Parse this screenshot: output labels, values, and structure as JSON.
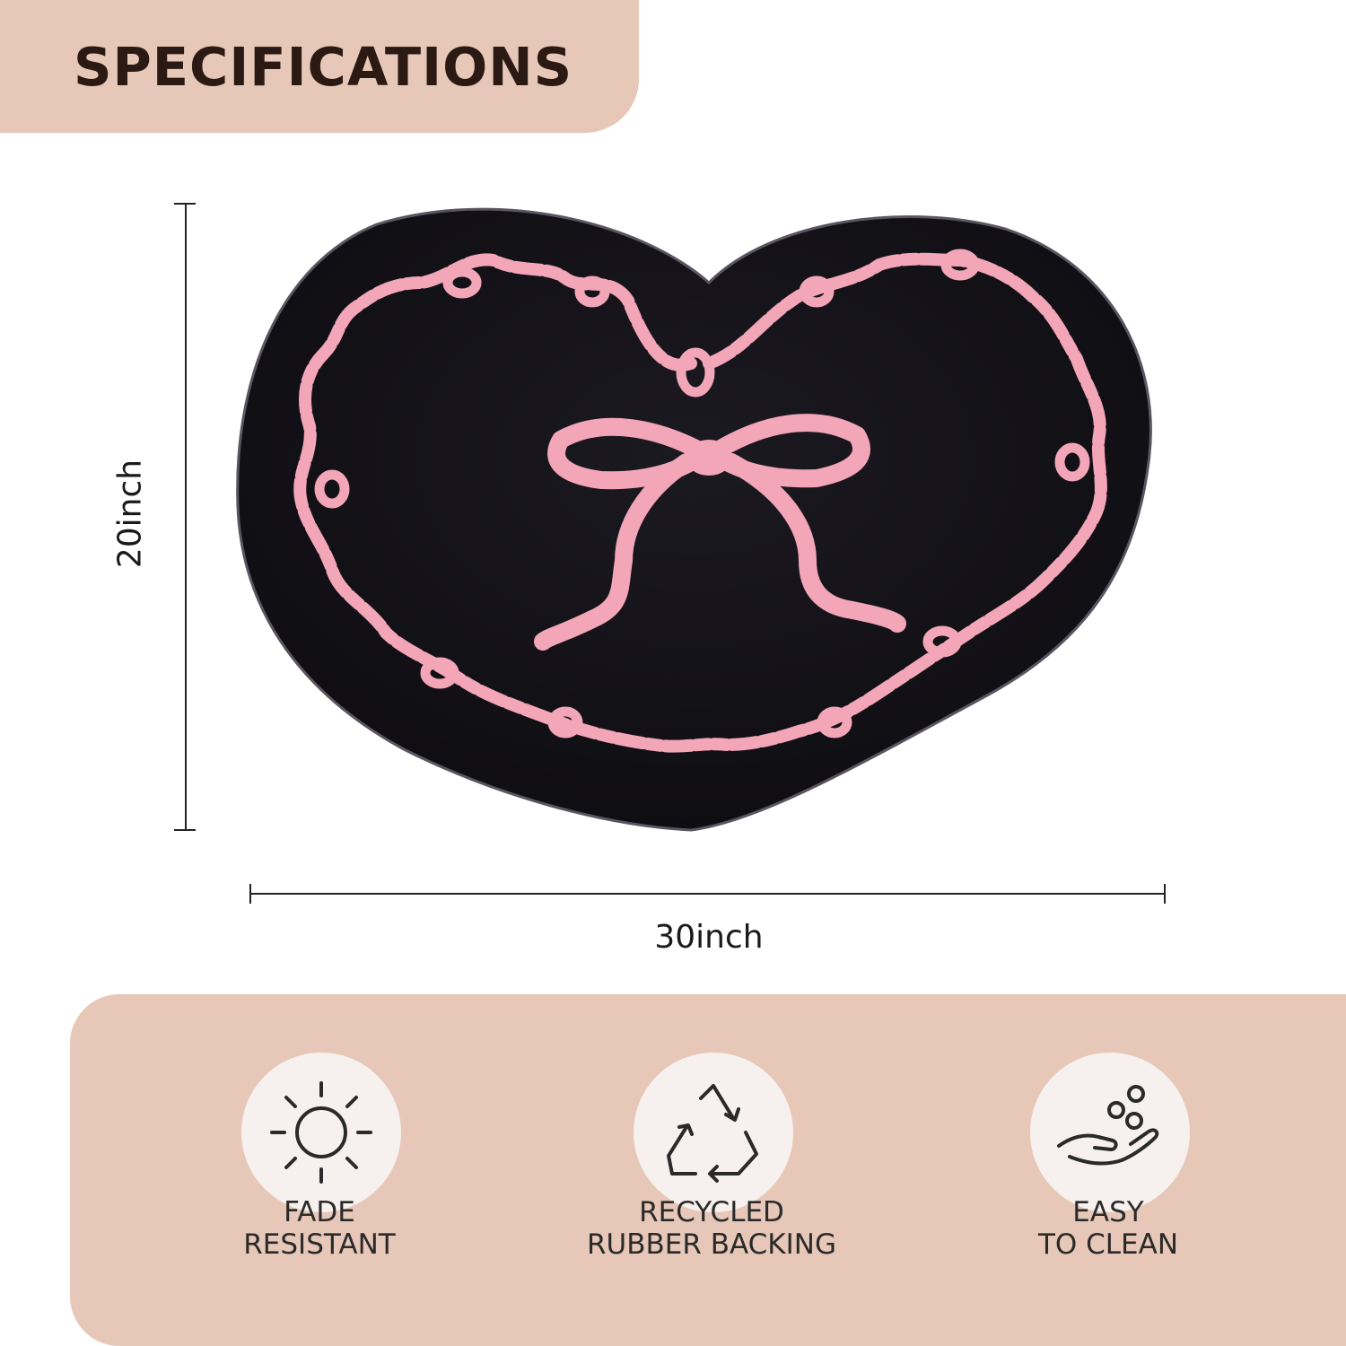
{
  "header": {
    "title": "SPECIFICATIONS"
  },
  "dimensions": {
    "height_label": "20inch",
    "width_label": "30inch"
  },
  "product": {
    "icon": "heart-rug-with-bow-icon",
    "colors": {
      "rug": "#15131a",
      "pattern": "#f2a6b8"
    }
  },
  "features": [
    {
      "icon": "sun-icon",
      "line1": "FADE",
      "line2": "RESISTANT"
    },
    {
      "icon": "recycle-icon",
      "line1": "RECYCLED",
      "line2": "RUBBER BACKING"
    },
    {
      "icon": "hand-bubbles-icon",
      "line1": "EASY",
      "line2": "TO CLEAN"
    }
  ],
  "colors": {
    "accent": "#e7c8b8",
    "icon_circle": "#f6f1ee",
    "text": "#2b1a14"
  }
}
